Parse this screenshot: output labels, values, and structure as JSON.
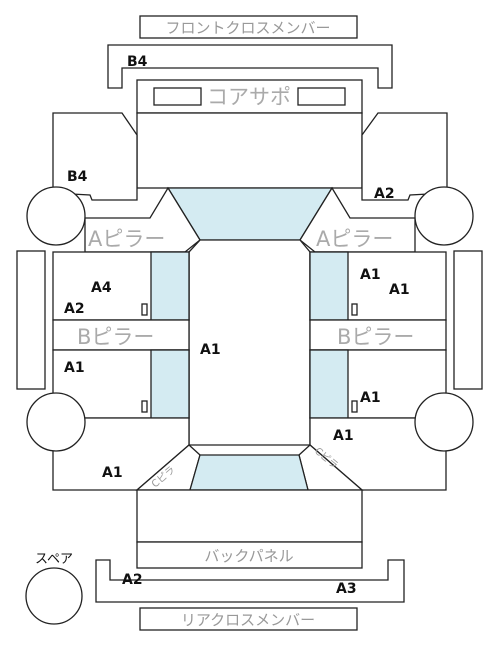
{
  "labels": {
    "front_cross_member": "フロントクロスメンバー",
    "core_support": "コアサポ",
    "a_pillar": "Aピラー",
    "b_pillar": "Bピラー",
    "back_panel": "バックパネル",
    "rear_cross_member": "リアクロスメンバー",
    "spare": "スペア",
    "c_pillar": "Cピラ"
  },
  "parts": {
    "b4_front": "B4",
    "b4_left": "B4",
    "a2_right_top": "A2",
    "a4_left": "A4",
    "a2_left": "A2",
    "a1_right_door1": "A1",
    "a1_right_door2": "A1",
    "a1_roof": "A1",
    "a1_left_rear_door": "A1",
    "a1_right_rear_door": "A1",
    "a1_right_quarter": "A1",
    "a1_left_quarter": "A1",
    "a2_trunk": "A2",
    "a3_trunk": "A3"
  }
}
